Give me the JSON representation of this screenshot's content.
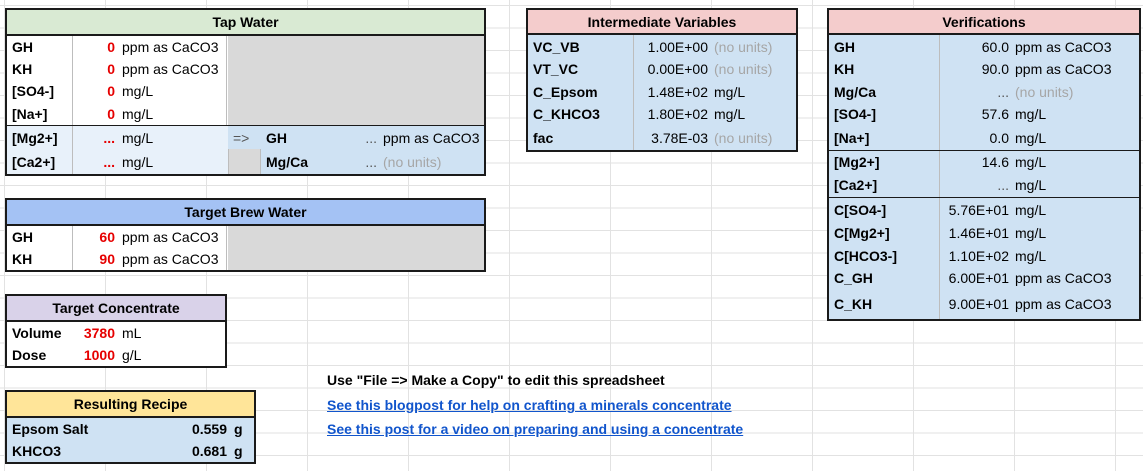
{
  "tap_water": {
    "title": "Tap Water",
    "rows": [
      {
        "label": "GH",
        "value": "0",
        "unit": "ppm as CaCO3"
      },
      {
        "label": "KH",
        "value": "0",
        "unit": "ppm as CaCO3"
      },
      {
        "label": "[SO4-]",
        "value": "0",
        "unit": "mg/L"
      },
      {
        "label": "[Na+]",
        "value": "0",
        "unit": "mg/L"
      },
      {
        "label": "[Mg2+]",
        "value": "...",
        "unit": "mg/L",
        "arrow": "=>",
        "right_label": "GH",
        "right_value": "...",
        "right_unit": "ppm as CaCO3"
      },
      {
        "label": "[Ca2+]",
        "value": "...",
        "unit": "mg/L",
        "right_label": "Mg/Ca",
        "right_value": "...",
        "right_unit": "(no units)"
      }
    ]
  },
  "target_brew": {
    "title": "Target Brew Water",
    "rows": [
      {
        "label": "GH",
        "value": "60",
        "unit": "ppm as CaCO3"
      },
      {
        "label": "KH",
        "value": "90",
        "unit": "ppm as CaCO3"
      }
    ]
  },
  "target_concentrate": {
    "title": "Target Concentrate",
    "rows": [
      {
        "label": "Volume",
        "value": "3780",
        "unit": "mL"
      },
      {
        "label": "Dose",
        "value": "1000",
        "unit": "g/L"
      }
    ]
  },
  "recipe": {
    "title": "Resulting Recipe",
    "rows": [
      {
        "label": "Epsom Salt",
        "value": "0.559",
        "unit": "g"
      },
      {
        "label": "KHCO3",
        "value": "0.681",
        "unit": "g"
      }
    ]
  },
  "intermediate": {
    "title": "Intermediate Variables",
    "rows": [
      {
        "label": "VC_VB",
        "value": "1.00E+00",
        "unit": "(no units)"
      },
      {
        "label": "VT_VC",
        "value": "0.00E+00",
        "unit": "(no units)"
      },
      {
        "label": "C_Epsom",
        "value": "1.48E+02",
        "unit": "mg/L"
      },
      {
        "label": "C_KHCO3",
        "value": "1.80E+02",
        "unit": "mg/L"
      },
      {
        "label": "fac",
        "value": "3.78E-03",
        "unit": "(no units)"
      }
    ]
  },
  "verifications": {
    "title": "Verifications",
    "rows": [
      {
        "label": "GH",
        "value": "60.0",
        "unit": "ppm as CaCO3"
      },
      {
        "label": "KH",
        "value": "90.0",
        "unit": "ppm as CaCO3"
      },
      {
        "label": "Mg/Ca",
        "value": "...",
        "unit": "(no units)"
      },
      {
        "label": "[SO4-]",
        "value": "57.6",
        "unit": "mg/L"
      },
      {
        "label": "[Na+]",
        "value": "0.0",
        "unit": "mg/L"
      },
      {
        "label": "[Mg2+]",
        "value": "14.6",
        "unit": "mg/L"
      },
      {
        "label": "[Ca2+]",
        "value": "...",
        "unit": "mg/L"
      },
      {
        "label": "C[SO4-]",
        "value": "5.76E+01",
        "unit": "mg/L"
      },
      {
        "label": "C[Mg2+]",
        "value": "1.46E+01",
        "unit": "mg/L"
      },
      {
        "label": "C[HCO3-]",
        "value": "1.10E+02",
        "unit": "mg/L"
      },
      {
        "label": "C_GH",
        "value": "6.00E+01",
        "unit": "ppm as CaCO3"
      },
      {
        "label": "C_KH",
        "value": "9.00E+01",
        "unit": "ppm as CaCO3"
      }
    ]
  },
  "notes": {
    "copy_hint": "Use \"File => Make a Copy\" to edit this spreadsheet",
    "link1": "See this blogpost for help on crafting a minerals concentrate",
    "link2": "See this post for a video on preparing and using a concentrate"
  },
  "colors": {
    "input_red": "#e60000",
    "link_blue": "#1155cc",
    "header_pink": "#f4cccc",
    "header_blue": "#a4c2f4",
    "header_purple": "#d9d2e9",
    "header_yellow": "#ffe599",
    "cell_light_blue": "#cfe2f3",
    "cell_gray": "#d9d9d9"
  }
}
